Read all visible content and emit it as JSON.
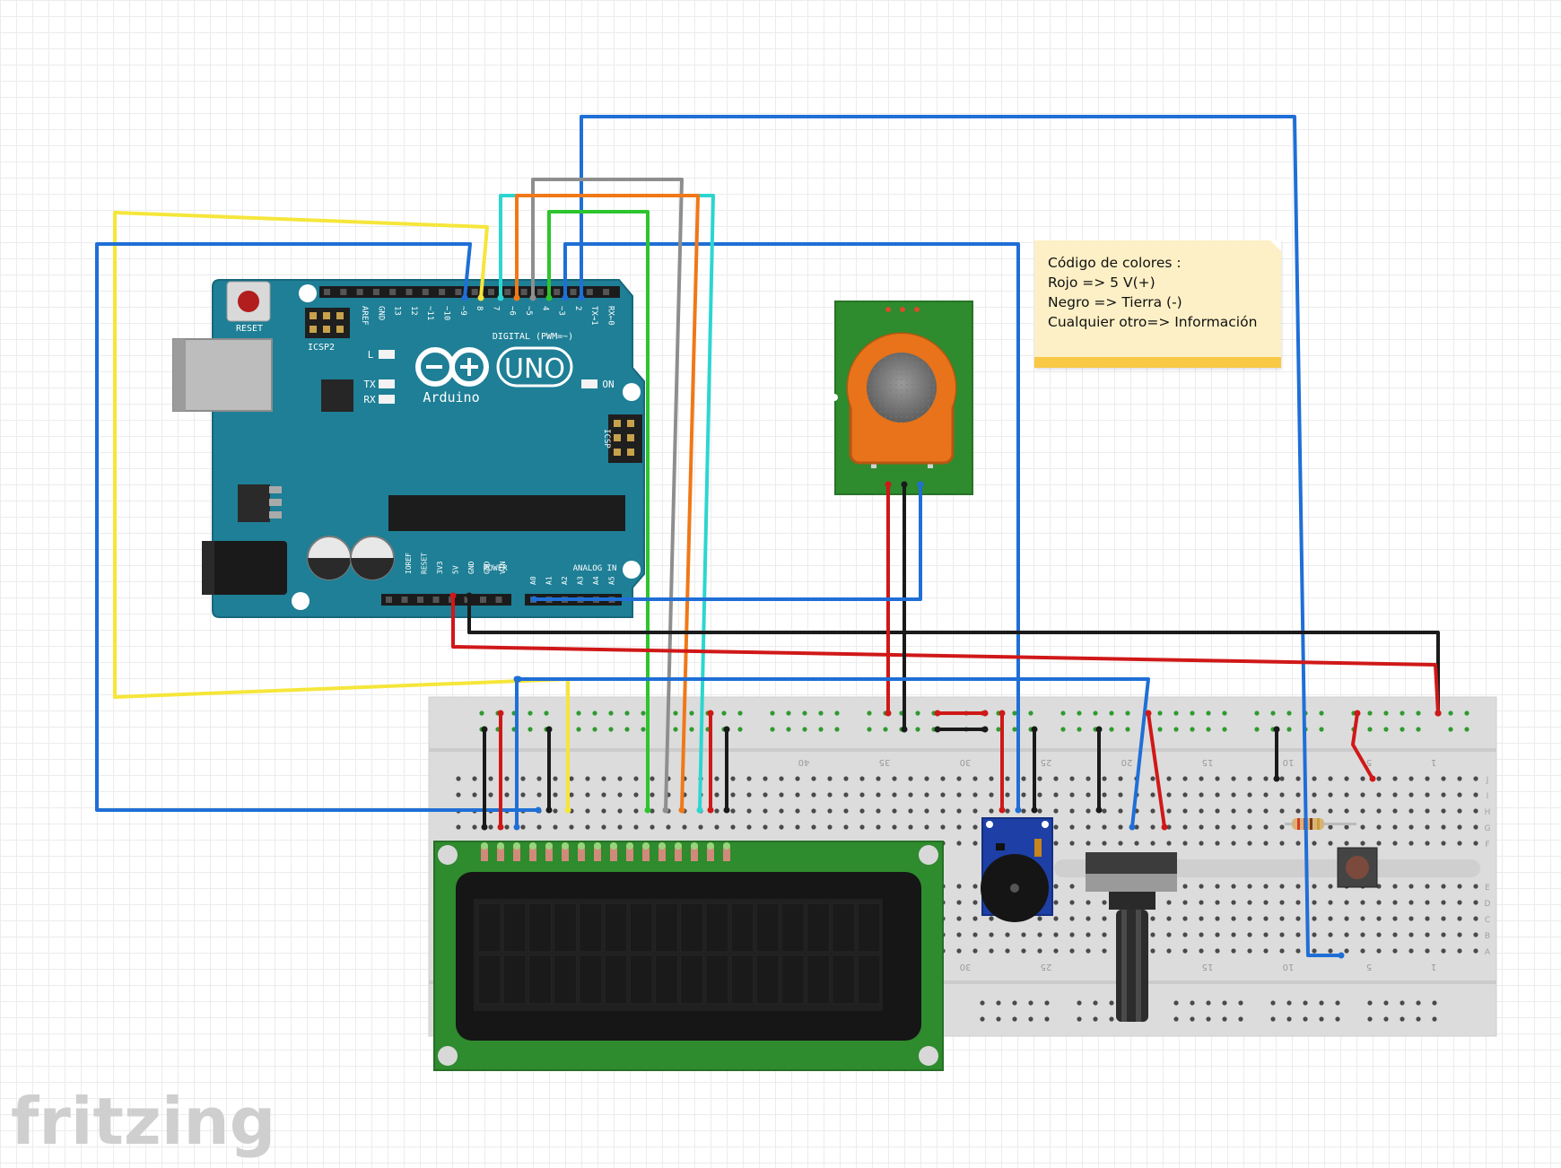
{
  "arduino": {
    "reset_label": "RESET",
    "icsp2_label": "ICSP2",
    "icsp_label": "ICSP",
    "l_label": "L",
    "tx_label": "TX",
    "rx_label": "RX",
    "on_label": "ON",
    "uno_label": "UNO",
    "brand_label": "Arduino",
    "digital_label": "DIGITAL (PWM=~)",
    "power_label": "POWER",
    "analog_label": "ANALOG IN",
    "top_pins": [
      "AREF",
      "GND",
      "13",
      "12",
      "~11",
      "~10",
      "~9",
      "8",
      "7",
      "~6",
      "~5",
      "4",
      "~3",
      "2",
      "TX→1",
      "RX←0"
    ],
    "power_pins": [
      "IOREF",
      "RESET",
      "3V3",
      "5V",
      "GND",
      "GND",
      "VIN"
    ],
    "analog_pins": [
      "A0",
      "A1",
      "A2",
      "A3",
      "A4",
      "A5"
    ]
  },
  "breadboard": {
    "column_numbers": [
      "40",
      "35",
      "30",
      "25",
      "20",
      "15",
      "10",
      "5",
      "1"
    ],
    "bottom_numbers": [
      "30",
      "25",
      "15",
      "10",
      "5",
      "1"
    ],
    "row_letters_top": [
      "J",
      "I",
      "H",
      "G",
      "F"
    ],
    "row_letters_bottom": [
      "E",
      "D",
      "C",
      "B",
      "A"
    ]
  },
  "note": {
    "lines": [
      "Código de colores :",
      "Rojo => 5 V(+)",
      "Negro => Tierra (-)",
      "Cualquier otro=> Información"
    ]
  },
  "logo": "fritzing",
  "colors": {
    "wire_blue": "#1f6fd6",
    "wire_yellow": "#f5e63a",
    "wire_red": "#d01818",
    "wire_black": "#1a1a1a",
    "wire_green": "#2ec42e",
    "wire_orange": "#f07818",
    "wire_gray": "#8e8e8e",
    "wire_cyan": "#2cd6d0",
    "arduino_board": "#1e7f96",
    "module_green": "#2e8b2e",
    "sensor_orange": "#e8731a",
    "lcd_green": "#2e8b2e",
    "buzzer_board": "#1d3fa6",
    "note_bg": "#fdf0c6",
    "note_bar": "#f9c844"
  }
}
